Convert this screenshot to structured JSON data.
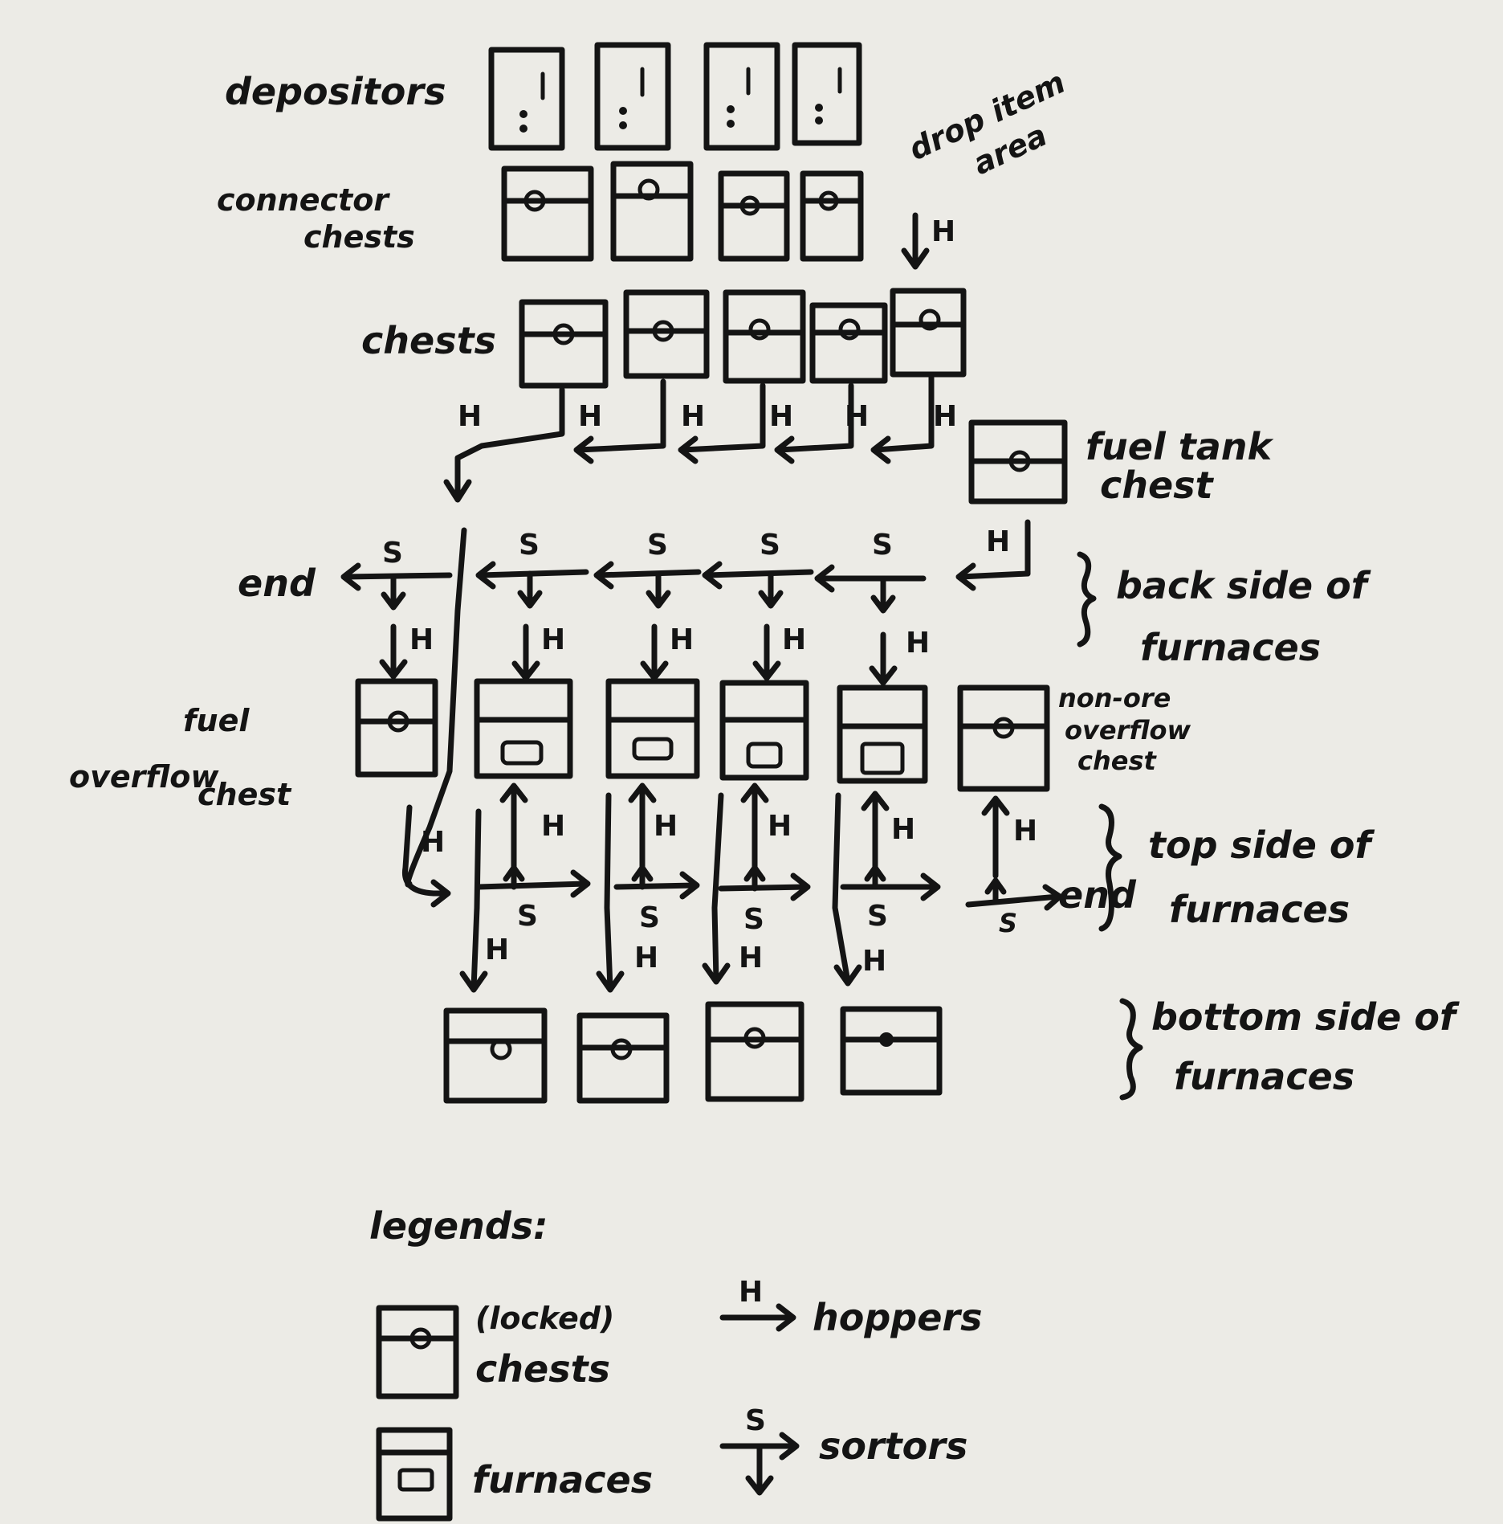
{
  "labels": {
    "depositors": "depositors",
    "connector_line1": "connector",
    "connector_line2": "chests",
    "drop_line1": "drop item",
    "drop_line2": "area",
    "chests": "chests",
    "fuel_tank_line1": "fuel tank",
    "fuel_tank_line2": "chest",
    "end_left": "end",
    "end_right": "end",
    "back_line1": "back side of",
    "back_line2": "furnaces",
    "fuel_overflow_line1": "fuel",
    "fuel_overflow_line2": "overflow",
    "fuel_overflow_line3": "chest",
    "non_ore_line1": "non-ore",
    "non_ore_line2": "overflow",
    "non_ore_line3": "chest",
    "top_line1": "top side of",
    "top_line2": "furnaces",
    "bottom_line1": "bottom side of",
    "bottom_line2": "furnaces"
  },
  "markers": {
    "hopper": "H",
    "sorter": "S"
  },
  "legend": {
    "title": "legends:",
    "chest_line1": "(locked)",
    "chest_line2": "chests",
    "furnace": "furnaces",
    "hopper": "hoppers",
    "sorter": "sortors"
  }
}
